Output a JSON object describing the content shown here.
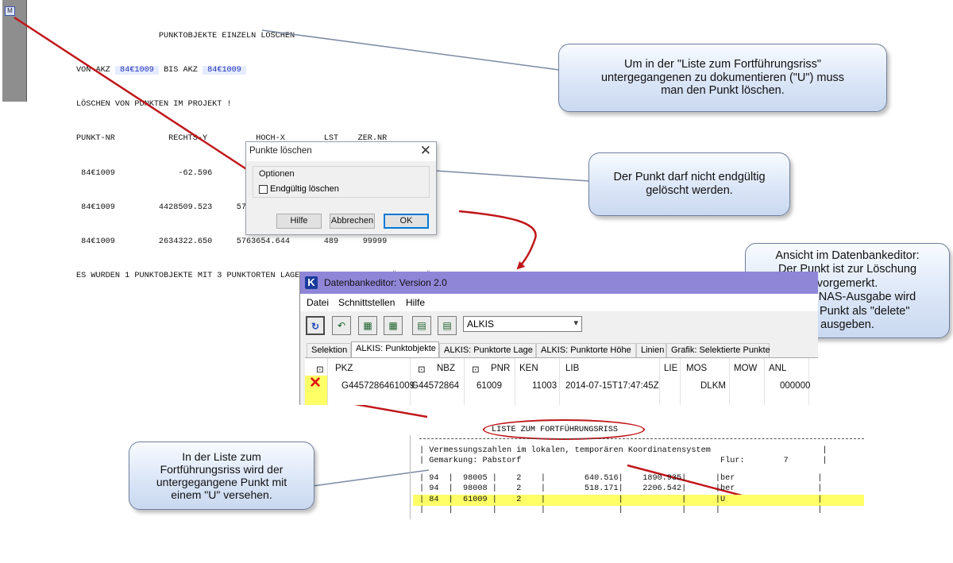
{
  "console": {
    "lines": [
      "                 PUNKTOBJEKTE EINZELN LÖSCHEN",
      "VON AKZ ",
      "LÖSCHEN VON PUNKTEN IM PROJEKT !",
      "PUNKT-NR           RECHTS-Y          HOCH-X        LST    ZER.NR",
      " 84€1009             -62.596        2117.563       004     99999",
      " 84€1009         4428509.523     5764813.148       150     99999",
      " 84€1009         2634322.650     5763654.644       489     99999",
      "ES WURDEN 1 PUNKTOBJEKTE MIT 3 PUNKTORTEN LAGE UND 0 PUNKTORTEN HÖHE GELÖSCHT"
    ],
    "akz_from": " 84€1009 ",
    "akz_mid": " BIS AKZ ",
    "akz_to": " 84€1009 ",
    "mini_icon": "M"
  },
  "callouts": {
    "c1": [
      "Um in der \"Liste zum Fortführungsriss\"",
      "untergegangenen zu dokumentieren (\"U\") muss",
      "man den Punkt löschen."
    ],
    "c2": [
      "Der Punkt darf nicht endgültig",
      "gelöscht werden."
    ],
    "c3": [
      "Ansicht im Datenbankeditor:",
      "Der Punkt ist zur Löschung",
      "vorgemerkt.",
      "Bei der NAS-Ausgabe wird",
      "dieser Punkt als \"delete\"",
      "ausgeben."
    ],
    "c4": [
      "In der Liste zum",
      "Fortführungsriss wird der",
      "untergegangene Punkt mit",
      "einem \"U\" versehen."
    ]
  },
  "dialog": {
    "title": "Punkte löschen",
    "close": "✕",
    "group": "Optionen",
    "checkbox_label": "Endgültig löschen",
    "btn_help": "Hilfe",
    "btn_cancel": "Abbrechen",
    "btn_ok": "OK"
  },
  "dbeditor": {
    "icon": "K",
    "title": "Datenbankeditor: Version 2.0",
    "menu": [
      "Datei",
      "Schnittstellen",
      "Hilfe"
    ],
    "toolbar_icons": [
      "refresh-icon",
      "undo-icon",
      "export-icon",
      "import-icon",
      "grid-icon",
      "grid-arrow-icon"
    ],
    "combo_value": "ALKIS",
    "tabs": [
      "Selektion",
      "ALKIS: Punktobjekte",
      "ALKIS: Punktorte Lage",
      "ALKIS: Punktorte Höhe",
      "Linien",
      "Grafik: Selektierte Punkte"
    ],
    "columns": [
      "PKZ",
      "NBZ",
      "PNR",
      "KEN",
      "LIB",
      "LIE",
      "MOS",
      "MOW",
      "ANL"
    ],
    "row": [
      "G4457286461009",
      "G44572864",
      "61009",
      "11003",
      "2014-07-15T17:47:45Z",
      "",
      "DLKM",
      "",
      "000000"
    ],
    "delete_mark": "✕"
  },
  "liste": {
    "title": "LISTE ZUM FORTFÜHRUNGSRISS",
    "header1": "| Vermessungszahlen im lokalen, temporären Koordinatensystem                       |",
    "header2": "| Gemarkung: Pabstorf                                         Flur:        7       |",
    "rows": [
      "| 94  |  98005 |    2    |        640.516|    1890.935|      |ber                 |",
      "| 94  |  98008 |    2    |        518.171|    2206.542|      |ber                 |",
      "| 84  |  61009 |    2    |               |            |      |U                   |",
      "|     |        |         |               |            |      |                    |"
    ]
  },
  "colors": {
    "arrow": "#c0171b",
    "highlight": "#ffff66",
    "titlebar": "#8f86d8"
  }
}
